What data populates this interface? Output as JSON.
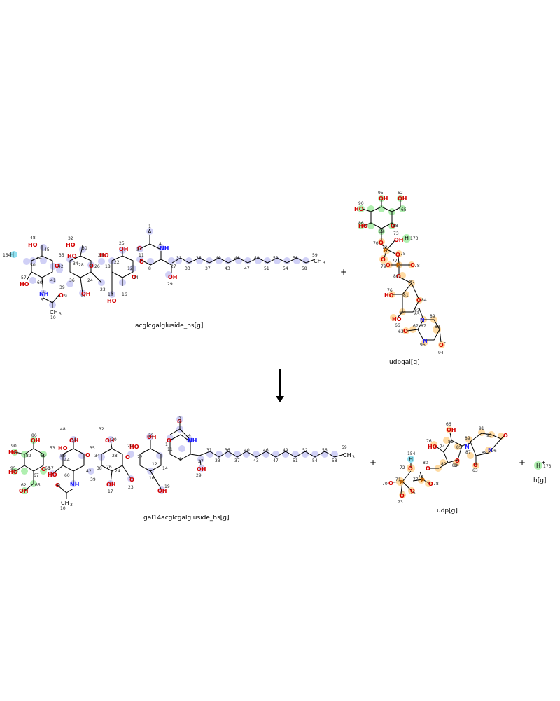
{
  "reaction": {
    "reactants": [
      {
        "name": "acglcgalgluside_hs[g]"
      },
      {
        "name": "udpgal[g]"
      }
    ],
    "products": [
      {
        "name": "gal14acglcgalgluside_hs[g]"
      },
      {
        "name": "udp[g]"
      },
      {
        "name": "h[g]"
      }
    ],
    "plus_sign": "+"
  },
  "colors": {
    "lavender": "#c8c8f5",
    "green": "#a8eea8",
    "orange": "#ffd89a",
    "cyan": "#8fe0f0",
    "bond": "#000000"
  },
  "atom_labels": {
    "acglc": {
      "ring_numbers": [
        "1",
        "4",
        "3",
        "11",
        "8",
        "27",
        "29",
        "25",
        "22",
        "21",
        "12",
        "14",
        "16",
        "19",
        "20",
        "18",
        "26",
        "24",
        "23",
        "35",
        "32",
        "30",
        "28",
        "34",
        "17",
        "39",
        "41",
        "42",
        "48",
        "45",
        "50",
        "44",
        "47",
        "5",
        "9",
        "10",
        "57",
        "60",
        "154"
      ],
      "chain_numbers": [
        "31",
        "33",
        "36",
        "37",
        "40",
        "43",
        "46",
        "47",
        "49",
        "51",
        "52",
        "54",
        "56",
        "58",
        "59"
      ],
      "terminal": "CH3",
      "heteroatoms": {
        "nh": "NH",
        "o": "O",
        "oh": "OH",
        "ho": "HO",
        "ch3": "CH3",
        "h": "H",
        "a": "A",
        "n": "N"
      }
    },
    "udpgal": {
      "numbers": [
        "95",
        "62",
        "90",
        "65",
        "86",
        "68",
        "69",
        "73",
        "173",
        "70",
        "75",
        "72",
        "77",
        "78",
        "79",
        "80",
        "82",
        "76",
        "84",
        "87",
        "89",
        "66",
        "64",
        "63",
        "96",
        "94",
        "81"
      ],
      "p_label": "P",
      "minus": "-"
    },
    "gal14": {
      "numbers": [
        "3",
        "4",
        "11",
        "8",
        "27",
        "29",
        "14",
        "19",
        "20",
        "25",
        "23",
        "86",
        "90",
        "95",
        "62",
        "65",
        "68",
        "53",
        "57",
        "48",
        "45",
        "32",
        "30",
        "35",
        "38",
        "39",
        "42",
        "17",
        "9",
        "10",
        "60"
      ],
      "chain_numbers": [
        "31",
        "33",
        "36",
        "37",
        "40",
        "43",
        "46",
        "47",
        "49",
        "51",
        "52",
        "54",
        "56",
        "58",
        "59"
      ]
    },
    "udp": {
      "numbers": [
        "66",
        "76",
        "91",
        "154",
        "72",
        "80",
        "74",
        "70",
        "71",
        "77",
        "78",
        "75",
        "73",
        "82",
        "83",
        "84",
        "87",
        "96",
        "63",
        "89",
        "81",
        "88",
        "67"
      ]
    },
    "h": {
      "numbers": [
        "173"
      ],
      "symbol": "H",
      "charge": "+"
    }
  }
}
